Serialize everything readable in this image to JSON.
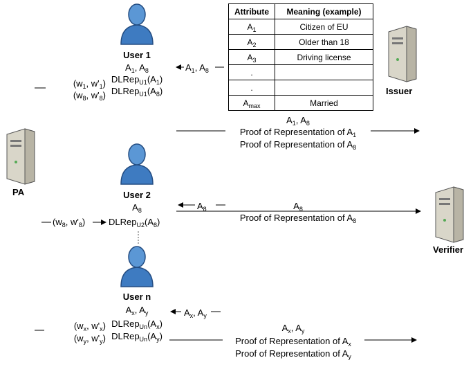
{
  "users": [
    {
      "name": "User 1",
      "attributes": "A1, A8",
      "dlrep": [
        [
          "DLRep",
          "U1",
          "(A",
          "1",
          ")"
        ],
        [
          "DLRep",
          "U1",
          "(A",
          "8",
          ")"
        ]
      ]
    },
    {
      "name": "User 2",
      "attributes": "A8",
      "dlrep": [
        [
          "DLRep",
          "U2",
          "(A",
          "8",
          ")"
        ]
      ]
    },
    {
      "name": "User n",
      "attributes": "Ax, Ay",
      "dlrep": [
        [
          "DLRep",
          "Un",
          "(A",
          "x",
          ")"
        ],
        [
          "DLRep",
          "Un",
          "(A",
          "y",
          ")"
        ]
      ]
    }
  ],
  "entities": {
    "issuer": "Issuer",
    "pa": "PA",
    "verifier": "Verifier"
  },
  "table": {
    "headers": [
      "Attribute",
      "Meaning (example)"
    ],
    "rows": [
      {
        "attr": "A",
        "sub": "1",
        "meaning": "Citizen of EU"
      },
      {
        "attr": "A",
        "sub": "2",
        "meaning": "Older than 18"
      },
      {
        "attr": "A",
        "sub": "3",
        "meaning": "Driving license"
      },
      {
        "attr": ".",
        "sub": "",
        "meaning": ""
      },
      {
        "attr": ".",
        "sub": "",
        "meaning": ""
      },
      {
        "attr": "A",
        "sub": "max",
        "meaning": "Married"
      }
    ]
  },
  "arrows": {
    "issuer_to_user1": "A1, A8",
    "user_n_label": "Ax, Ay",
    "user2_label": "A8"
  },
  "proofs": {
    "block1_header": "A1, A8",
    "block1_line1": "Proof of Representation of A1",
    "block1_line2": "Proof of Representation of A8",
    "block2_header": "A8",
    "block2_line1": "Proof of Representation of A8",
    "block3_header": "Ax, Ay",
    "block3_line1": "Proof of Representation of Ax",
    "block3_line2": "Proof of Representation of Ay"
  },
  "pa_inputs": {
    "u1": [
      "(w1, w'1)",
      "(w8, w'8)"
    ],
    "u2": "(w8, w'8)",
    "un": [
      "(wx, w'x)",
      "(wy, w'y)"
    ]
  }
}
